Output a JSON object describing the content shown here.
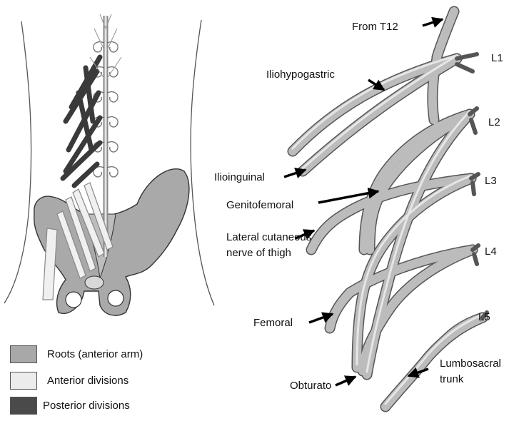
{
  "legend": [
    {
      "label": "Roots (anterior arm)",
      "color": "#a8a8a8"
    },
    {
      "label": "Anterior divisions",
      "color": "#ececec"
    },
    {
      "label": "Posterior divisions",
      "color": "#4a4a4a"
    }
  ],
  "labels": {
    "from_t12": "From T12",
    "l1": "L1",
    "l2": "L2",
    "l3": "L3",
    "l4": "L4",
    "l5": "L5",
    "iliohypogastric": "Iliohypogastric",
    "ilioinguinal": "Ilioinguinal",
    "genitofemoral": "Genitofemoral",
    "lateral_cutaneous": "Lateral cutaneous nerve of thigh",
    "femoral": "Femoral",
    "obturator": "Obturato",
    "lumbosacral_trunk": "Lumbosacral trunk"
  },
  "colors": {
    "nerve_fill": "#b9b9b9",
    "nerve_stroke": "#555555",
    "pelvis_fill": "#a9a9a9",
    "dark_nerve": "#3a3a3a"
  }
}
